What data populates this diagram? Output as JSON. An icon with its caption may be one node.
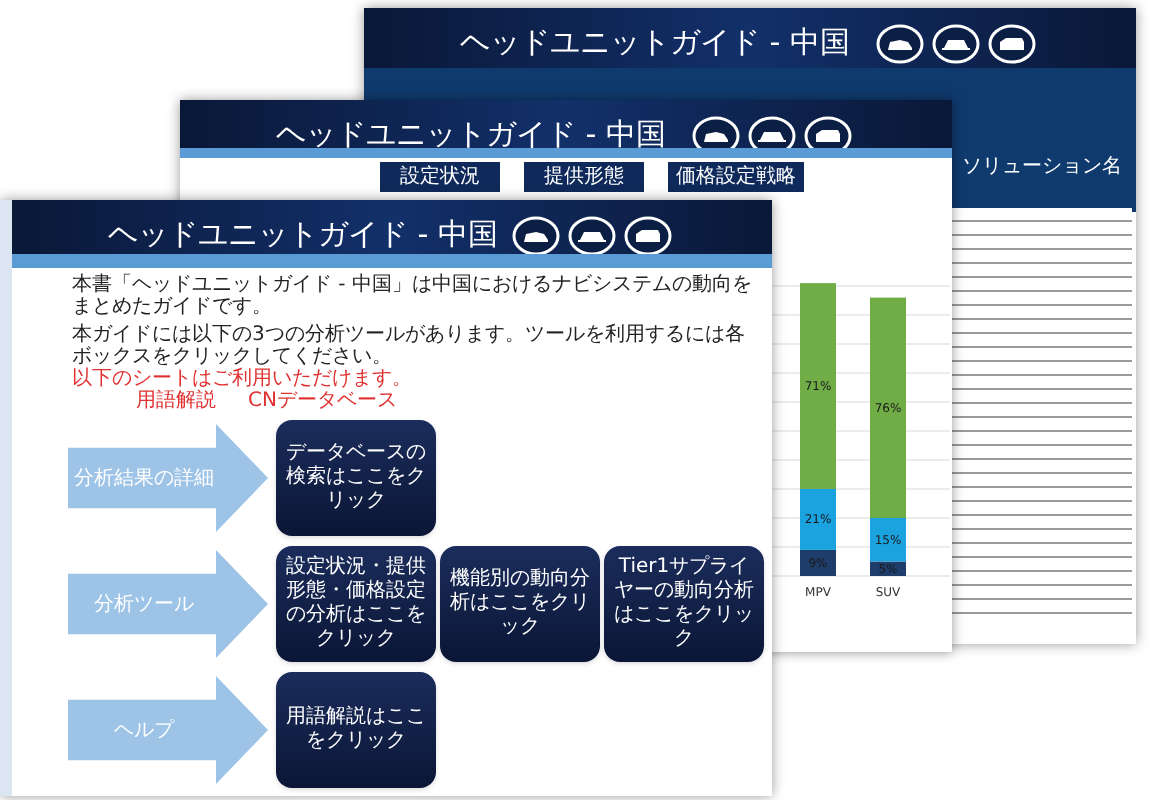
{
  "diagram": {
    "nodes": [
      {
        "text": [
          "分析結果の詳細"
        ]
      },
      {
        "text": [
          "データベースの検索はここをクリック"
        ]
      },
      {
        "text": [
          "分析ツール"
        ]
      },
      {
        "text": [
          "設定状況・提供形態・価格設定の分析はここをクリック"
        ]
      },
      {
        "text": [
          "機能別の動向分析はここをクリック"
        ]
      },
      {
        "text": [
          "Tier1サプライヤーの動向分析はここをクリック"
        ]
      },
      {
        "text": [
          "ヘルプ"
        ]
      },
      {
        "text": [
          "用語解説はここをクリック"
        ]
      }
    ],
    "labels": [
      "ヘッドユニットガイド - 中国",
      "ソリューション名",
      "ヘッドユニットガイド - 中国",
      "設定状況",
      "提供形態",
      "価格設定戦略",
      "ヘッドユニットガイド - 中国",
      "本書「ヘッドユニットガイド - 中国」は中国におけるナビシステムの動向をまとめたガイドです。",
      "本ガイドには以下の3つの分析ツールがあります。ツールを利用するには各ボックスをクリックしてください。",
      "以下のシートはご利用いただけます。",
      "用語解説",
      "CNデータベース"
    ],
    "chart_data": {
      "type": "bar",
      "stacked": true,
      "categories": [
        "MPV",
        "SUV"
      ],
      "data_labels": true,
      "series": [
        {
          "color": "#1f3d6b",
          "values": [
            9,
            5
          ],
          "value_labels": [
            "9%",
            "5%"
          ]
        },
        {
          "color": "#1ba3e0",
          "values": [
            21,
            15
          ],
          "value_labels": [
            "21%",
            "15%"
          ]
        },
        {
          "color": "#70ad47",
          "values": [
            71,
            76
          ],
          "value_labels": [
            "71%",
            "76%"
          ]
        }
      ]
    }
  }
}
